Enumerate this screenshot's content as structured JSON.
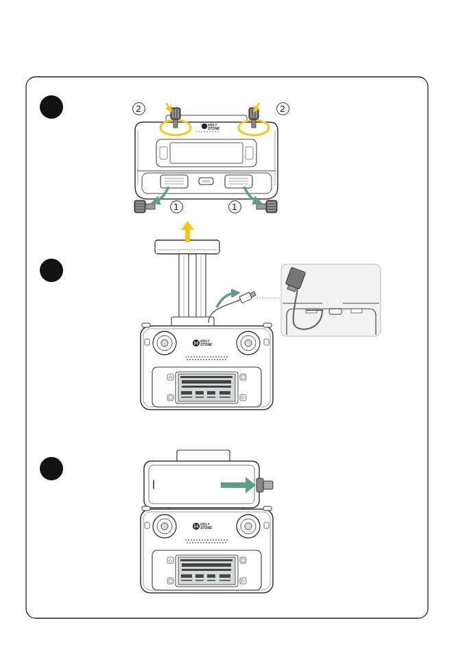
{
  "diagram": {
    "nodes": [
      {
        "text": [
          "2"
        ]
      },
      {
        "text": [
          "2"
        ]
      },
      {
        "text": [
          "1"
        ]
      },
      {
        "text": [
          "1"
        ]
      }
    ],
    "labels": [
      "HOLY STONE",
      "HOLY STONE",
      "HOLY STONE"
    ]
  }
}
